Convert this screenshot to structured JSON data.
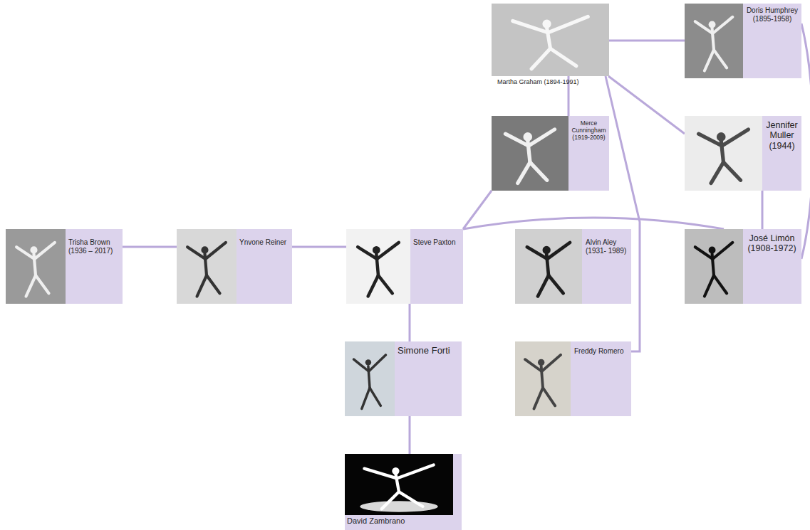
{
  "diagram": {
    "nodes": [
      {
        "text": [
          "Martha Graham (1894-1991)"
        ]
      },
      {
        "text": [
          "Doris Humphrey (1895-1958)"
        ]
      },
      {
        "text": [
          "Merce Cunningham (1919-2009)"
        ]
      },
      {
        "text": [
          "Jennifer Muller (1944)"
        ]
      },
      {
        "text": [
          "Trisha Brown (1936 – 2017)"
        ]
      },
      {
        "text": [
          "Ynvone Reiner"
        ]
      },
      {
        "text": [
          "Steve Paxton"
        ]
      },
      {
        "text": [
          "Alvin Aley (1931- 1989)"
        ]
      },
      {
        "text": [
          "José Limón (1908-1972)"
        ]
      },
      {
        "text": [
          "Simone Forti"
        ]
      },
      {
        "text": [
          "Freddy Romero"
        ]
      },
      {
        "text": [
          "David Zambrano"
        ]
      }
    ],
    "edges": [
      {
        "from": 0,
        "to": 1,
        "arrow": "none"
      },
      {
        "from": 0,
        "to": 2,
        "arrow": "none"
      },
      {
        "from": 0,
        "to": 3,
        "arrow": "none"
      },
      {
        "from": 0,
        "to": 10,
        "arrow": "none"
      },
      {
        "from": 1,
        "to": 8,
        "arrow": "none"
      },
      {
        "from": 3,
        "to": 8,
        "arrow": "none"
      },
      {
        "from": 2,
        "to": 6,
        "arrow": "none"
      },
      {
        "from": 6,
        "to": 8,
        "arrow": "none"
      },
      {
        "from": 4,
        "to": 5,
        "arrow": "none"
      },
      {
        "from": 5,
        "to": 6,
        "arrow": "none"
      },
      {
        "from": 6,
        "to": 9,
        "arrow": "none"
      },
      {
        "from": 9,
        "to": 11,
        "arrow": "none"
      }
    ]
  }
}
